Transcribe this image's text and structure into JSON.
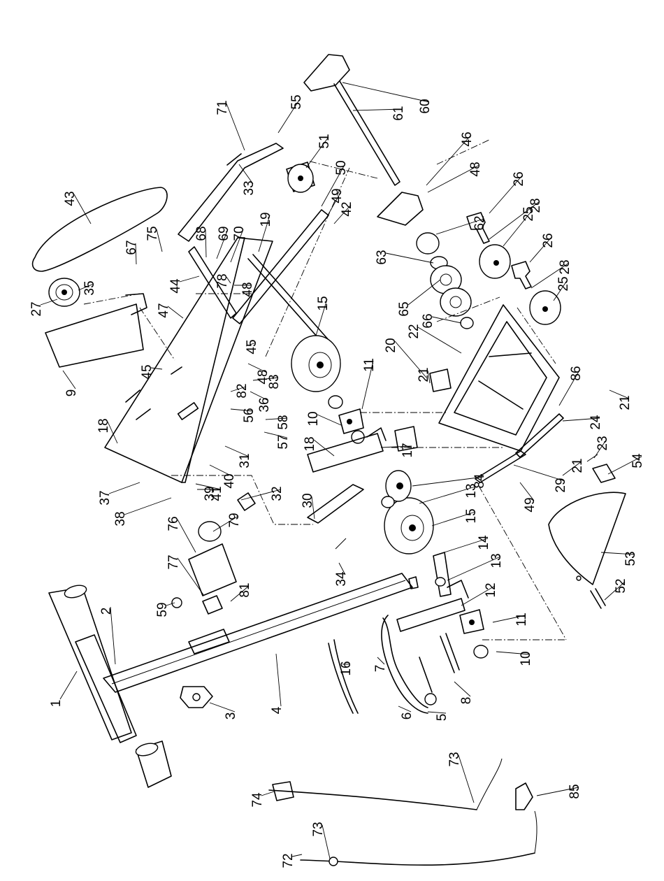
{
  "diagram": {
    "type": "exploded-parts-diagram",
    "labels": [
      {
        "id": "1",
        "text": "1"
      },
      {
        "id": "2",
        "text": "2"
      },
      {
        "id": "3",
        "text": "3"
      },
      {
        "id": "4",
        "text": "4"
      },
      {
        "id": "5",
        "text": "5"
      },
      {
        "id": "6",
        "text": "6"
      },
      {
        "id": "7",
        "text": "7"
      },
      {
        "id": "8",
        "text": "8"
      },
      {
        "id": "9",
        "text": "9"
      },
      {
        "id": "10a",
        "text": "10"
      },
      {
        "id": "10b",
        "text": "10"
      },
      {
        "id": "11a",
        "text": "11"
      },
      {
        "id": "11b",
        "text": "11"
      },
      {
        "id": "12",
        "text": "12"
      },
      {
        "id": "13a",
        "text": "13"
      },
      {
        "id": "13b",
        "text": "13"
      },
      {
        "id": "14",
        "text": "14"
      },
      {
        "id": "15a",
        "text": "15"
      },
      {
        "id": "15b",
        "text": "15"
      },
      {
        "id": "16",
        "text": "16"
      },
      {
        "id": "17",
        "text": "17"
      },
      {
        "id": "18a",
        "text": "18"
      },
      {
        "id": "18b",
        "text": "18"
      },
      {
        "id": "19",
        "text": "19"
      },
      {
        "id": "20",
        "text": "20"
      },
      {
        "id": "21a",
        "text": "21"
      },
      {
        "id": "21b",
        "text": "21"
      },
      {
        "id": "21c",
        "text": "21"
      },
      {
        "id": "22",
        "text": "22"
      },
      {
        "id": "23",
        "text": "23"
      },
      {
        "id": "24",
        "text": "24"
      },
      {
        "id": "25a",
        "text": "25"
      },
      {
        "id": "25b",
        "text": "25"
      },
      {
        "id": "26a",
        "text": "26"
      },
      {
        "id": "26b",
        "text": "26"
      },
      {
        "id": "27",
        "text": "27"
      },
      {
        "id": "28a",
        "text": "28"
      },
      {
        "id": "28b",
        "text": "28"
      },
      {
        "id": "29",
        "text": "29"
      },
      {
        "id": "30",
        "text": "30"
      },
      {
        "id": "31",
        "text": "31"
      },
      {
        "id": "32",
        "text": "32"
      },
      {
        "id": "33",
        "text": "33"
      },
      {
        "id": "34",
        "text": "34"
      },
      {
        "id": "35",
        "text": "35"
      },
      {
        "id": "36",
        "text": "36"
      },
      {
        "id": "37",
        "text": "37"
      },
      {
        "id": "38",
        "text": "38"
      },
      {
        "id": "39",
        "text": "39"
      },
      {
        "id": "40",
        "text": "40"
      },
      {
        "id": "41",
        "text": "41"
      },
      {
        "id": "42",
        "text": "42"
      },
      {
        "id": "43",
        "text": "43"
      },
      {
        "id": "44",
        "text": "44"
      },
      {
        "id": "45a",
        "text": "45"
      },
      {
        "id": "45b",
        "text": "45"
      },
      {
        "id": "46",
        "text": "46"
      },
      {
        "id": "47",
        "text": "47"
      },
      {
        "id": "48a",
        "text": "48"
      },
      {
        "id": "48b",
        "text": "48"
      },
      {
        "id": "48c",
        "text": "48"
      },
      {
        "id": "49a",
        "text": "49"
      },
      {
        "id": "49b",
        "text": "49"
      },
      {
        "id": "50",
        "text": "50"
      },
      {
        "id": "51",
        "text": "51"
      },
      {
        "id": "52",
        "text": "52"
      },
      {
        "id": "53",
        "text": "53"
      },
      {
        "id": "54",
        "text": "54"
      },
      {
        "id": "55",
        "text": "55"
      },
      {
        "id": "56",
        "text": "56"
      },
      {
        "id": "57",
        "text": "57"
      },
      {
        "id": "58",
        "text": "58"
      },
      {
        "id": "59",
        "text": "59"
      },
      {
        "id": "60",
        "text": "60"
      },
      {
        "id": "61",
        "text": "61"
      },
      {
        "id": "62",
        "text": "62"
      },
      {
        "id": "63",
        "text": "63"
      },
      {
        "id": "65",
        "text": "65"
      },
      {
        "id": "66",
        "text": "66"
      },
      {
        "id": "67",
        "text": "67"
      },
      {
        "id": "68",
        "text": "68"
      },
      {
        "id": "69",
        "text": "69"
      },
      {
        "id": "70",
        "text": "70"
      },
      {
        "id": "71",
        "text": "71"
      },
      {
        "id": "72",
        "text": "72"
      },
      {
        "id": "73a",
        "text": "73"
      },
      {
        "id": "73b",
        "text": "73"
      },
      {
        "id": "74",
        "text": "74"
      },
      {
        "id": "75",
        "text": "75"
      },
      {
        "id": "76",
        "text": "76"
      },
      {
        "id": "77",
        "text": "77"
      },
      {
        "id": "78",
        "text": "78"
      },
      {
        "id": "79",
        "text": "79"
      },
      {
        "id": "81",
        "text": "81"
      },
      {
        "id": "82",
        "text": "82"
      },
      {
        "id": "83",
        "text": "83"
      },
      {
        "id": "84",
        "text": "84"
      },
      {
        "id": "85",
        "text": "85"
      },
      {
        "id": "86",
        "text": "86"
      }
    ]
  }
}
